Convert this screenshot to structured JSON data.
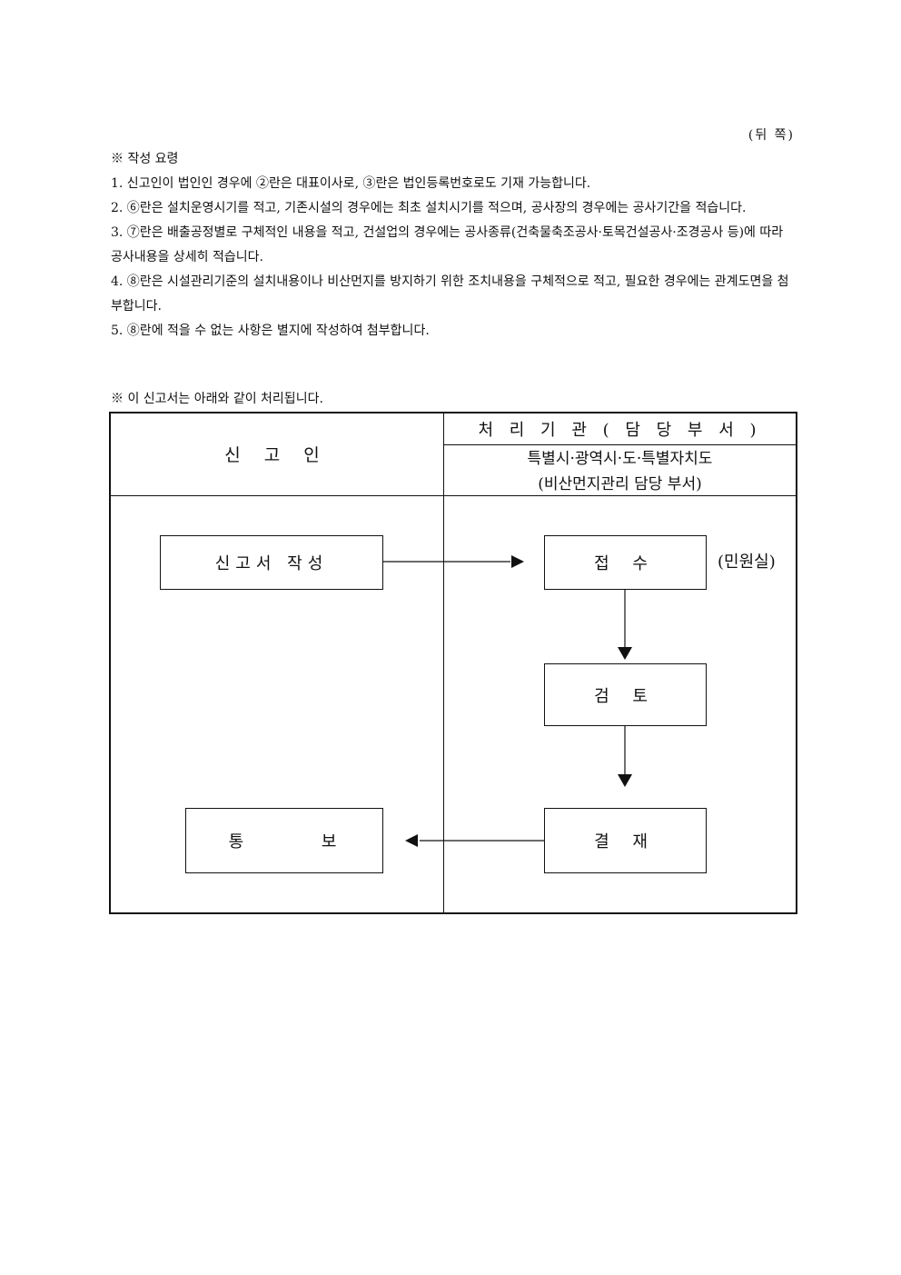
{
  "page_side": "(뒤 쪽)",
  "guide": {
    "heading": "※ 작성 요령",
    "items": [
      "1. 신고인이 법인인 경우에 ②란은 대표이사로, ③란은 법인등록번호로도 기재 가능합니다.",
      "2. ⑥란은 설치운영시기를 적고, 기존시설의 경우에는 최초 설치시기를 적으며, 공사장의 경우에는 공사기간을 적습니다.",
      "3. ⑦란은 배출공정별로 구체적인 내용을 적고, 건설업의 경우에는 공사종류(건축물축조공사·토목건설공사·조경공사 등)에 따라 공사내용을 상세히 적습니다.",
      "4. ⑧란은 시설관리기준의 설치내용이나 비산먼지를 방지하기 위한 조치내용을 구체적으로 적고, 필요한 경우에는 관계도면을 첨부합니다.",
      "5. ⑧란에 적을 수 없는 사항은 별지에 작성하여 첨부합니다."
    ]
  },
  "process": {
    "title": "※ 이 신고서는 아래와 같이 처리됩니다.",
    "applicant_header": "신 고 인",
    "agency_header": "처 리 기 관 ( 담 당  부 서 )",
    "agency_sub1": "특별시·광역시·도·특별자치도",
    "agency_sub2": "(비산먼지관리 담당 부서)",
    "steps": {
      "write": "신고서 작성",
      "receive": "접 수",
      "receive_note": "(민원실)",
      "review": "검 토",
      "approve": "결 재",
      "notify": "통 보"
    }
  }
}
